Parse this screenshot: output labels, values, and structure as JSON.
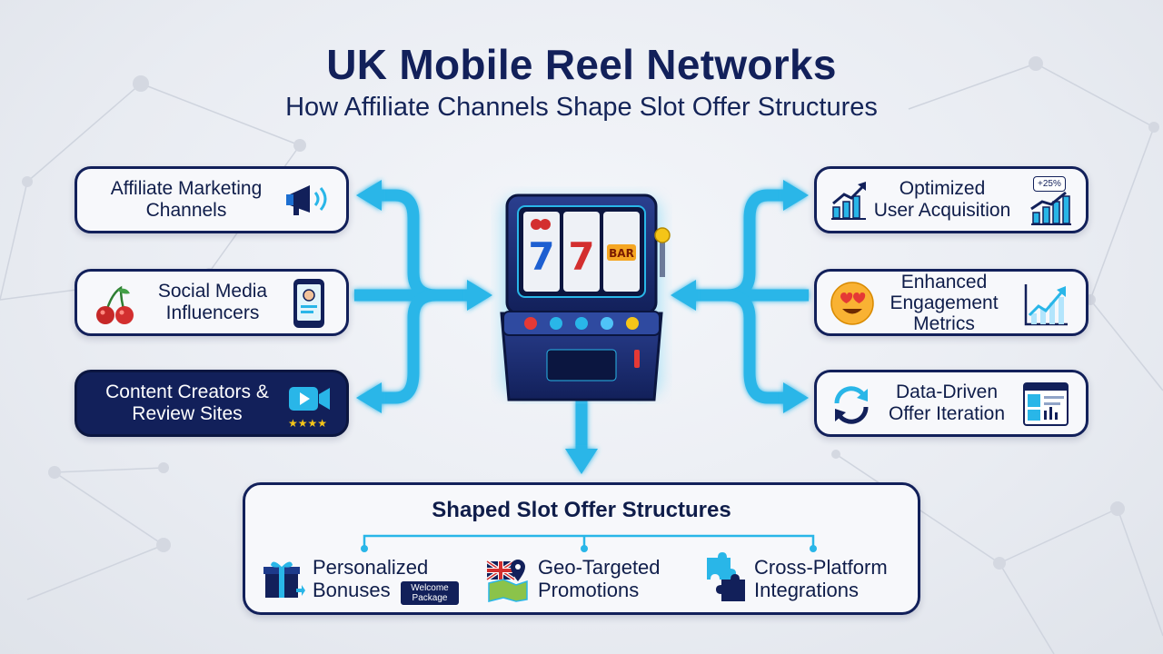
{
  "title": "UK Mobile Reel Networks",
  "subtitle": "How Affiliate Channels Shape Slot Offer Structures",
  "left_cards": [
    {
      "label_line1": "Affiliate Marketing",
      "label_line2": "Channels",
      "icon": "megaphone-icon"
    },
    {
      "label_line1": "Social Media",
      "label_line2": "Influencers",
      "icon": "smartphone-profile-icon"
    },
    {
      "label_line1": "Content Creators &",
      "label_line2": "Review Sites",
      "icon": "video-camera-icon"
    }
  ],
  "right_cards": [
    {
      "label_line1": "Optimized",
      "label_line2": "User Acquisition",
      "badge": "+25%",
      "icon": "growth-chart-icon"
    },
    {
      "label_line1": "Enhanced",
      "label_line2": "Engagement",
      "label_line3": "Metrics",
      "icon": "heart-eyes-emoji-icon"
    },
    {
      "label_line1": "Data-Driven",
      "label_line2": "Offer Iteration",
      "icon": "refresh-cycle-icon"
    }
  ],
  "slot_machine": {
    "reel_symbols": [
      "7",
      "7",
      "BAR"
    ]
  },
  "bottom": {
    "title": "Shaped Slot Offer Structures",
    "items": [
      {
        "line1": "Personalized",
        "line2": "Bonuses",
        "badge_line1": "Welcome",
        "badge_line2": "Package",
        "icon": "gift-box-icon"
      },
      {
        "line1": "Geo-Targeted",
        "line2": "Promotions",
        "icon": "uk-map-pin-icon"
      },
      {
        "line1": "Cross-Platform",
        "line2": "Integrations",
        "icon": "puzzle-pieces-icon"
      }
    ]
  },
  "colors": {
    "navy": "#12205a",
    "cyan": "#29b6e8",
    "card_bg": "#f7f8fb"
  }
}
